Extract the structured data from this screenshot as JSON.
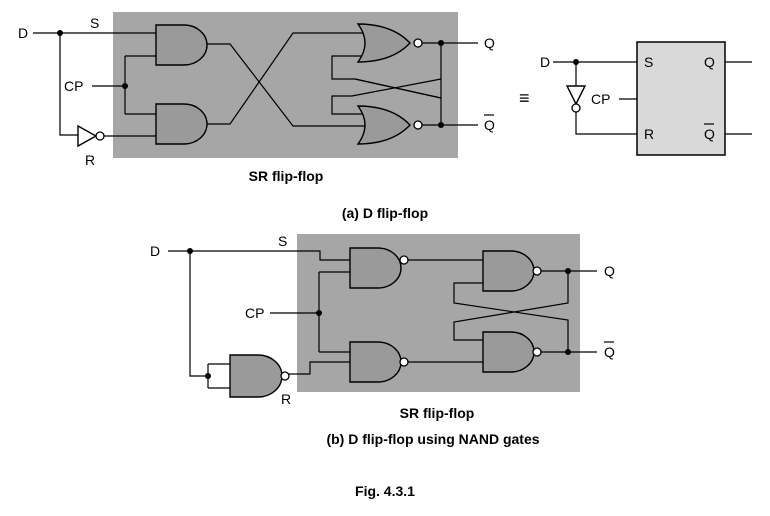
{
  "colors": {
    "block_fill": "#a6a6a6",
    "gate_fill": "#9a9a9a",
    "box_fill": "#d9d9d9",
    "line": "#000000",
    "background": "#ffffff"
  },
  "part_a": {
    "input_d": "D",
    "label_s": "S",
    "label_cp": "CP",
    "label_r": "R",
    "output_q": "Q",
    "output_qbar": "Q",
    "block_caption": "SR flip-flop",
    "caption": "(a) D flip-flop"
  },
  "equivalent": {
    "symbol": "≡",
    "input_d": "D",
    "input_cp": "CP",
    "pin_s": "S",
    "pin_r": "R",
    "pin_q": "Q",
    "pin_qbar": "Q"
  },
  "part_b": {
    "input_d": "D",
    "label_s": "S",
    "label_cp": "CP",
    "label_r": "R",
    "output_q": "Q",
    "output_qbar": "Q",
    "block_caption": "SR flip-flop",
    "caption": "(b) D flip-flop using NAND gates"
  },
  "figure_label": "Fig. 4.3.1"
}
